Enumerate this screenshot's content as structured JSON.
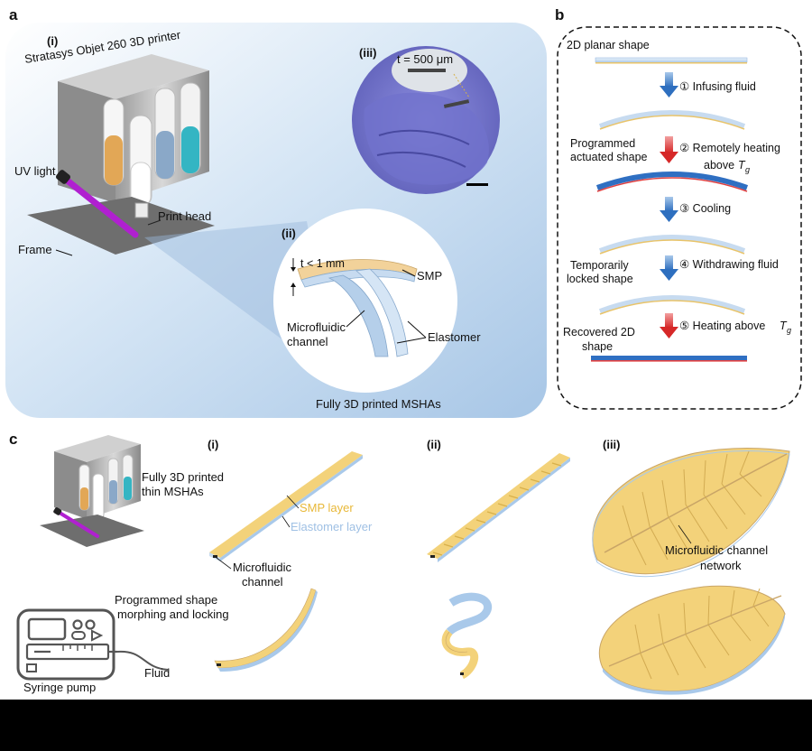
{
  "panel_a": {
    "letter": "a",
    "sub_i": "(i)",
    "printer": "Stratasys Objet 260 3D printer",
    "uv_light": "UV light",
    "print_head": "Print head",
    "frame": "Frame",
    "sub_ii": "(ii)",
    "thickness": "t < 1 mm",
    "smp": "SMP",
    "microfluidic_line1": "Microfluidic",
    "microfluidic_line2": "channel",
    "elastomer": "Elastomer",
    "caption": "Fully 3D printed MSHAs",
    "sub_iii": "(iii)",
    "t500": "t = 500 μm"
  },
  "panel_b": {
    "letter": "b",
    "planar": "2D planar shape",
    "step1": "① Infusing fluid",
    "programmed_line1": "Programmed",
    "programmed_line2": "actuated shape",
    "step2_line1": "② Remotely heating",
    "step2_line2": "above",
    "step3": "③ Cooling",
    "temporarily_line1": "Temporarily",
    "temporarily_line2": "locked shape",
    "step4": "④ Withdrawing fluid",
    "recovered_line1": "Recovered 2D",
    "recovered_line2": "shape",
    "step5": "⑤ Heating above",
    "tg": "T",
    "tg_sub": "g"
  },
  "panel_c": {
    "letter": "c",
    "printed_line1": "Fully 3D printed",
    "printed_line2": "thin MSHAs",
    "sub_i": "(i)",
    "sub_ii": "(ii)",
    "sub_iii": "(iii)",
    "smp_layer": "SMP layer",
    "elastomer_layer": "Elastomer layer",
    "microfluidic_line1": "Microfluidic",
    "microfluidic_line2": "channel",
    "network_line1": "Microfluidic channel",
    "network_line2": "network",
    "morphing_line1": "Programmed shape",
    "morphing_line2": "morphing and locking",
    "fluid": "Fluid",
    "syringe": "Syringe pump"
  },
  "colors": {
    "panel_bg": "#bcd6ee",
    "smp": "#f3d27a",
    "elastomer": "#a9c9ea",
    "actuated": "#2f6fc2",
    "cooling_arrow": "#3b7cc9",
    "heating_arrow": "#d93535",
    "uv": "#c020e0"
  }
}
